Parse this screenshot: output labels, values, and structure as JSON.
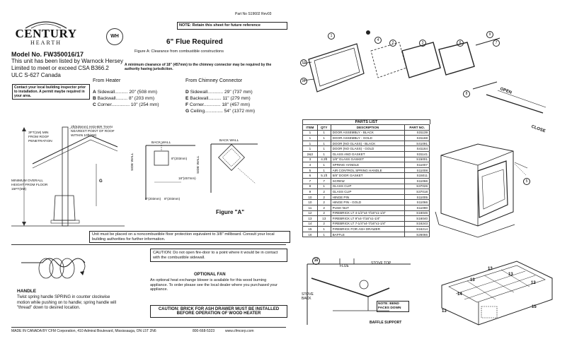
{
  "header": {
    "brand_line1": "CENTURY",
    "brand_line2": "HEARTH",
    "part_no": "Part No S19602 Rev03",
    "notice": "NOTE: Retain this sheet for future reference"
  },
  "model": {
    "title": "Model No. FW350016/17",
    "listing_lines": [
      "This unit has been listed by Warnock Hersey",
      "Limited to meet or exceed  CSA  B366.2",
      "ULC S-627 Canada"
    ]
  },
  "permit": "Contact your local building inspector prior to installation. A permit maybe required in your area.",
  "flue": {
    "title": "6\" Flue Required",
    "figure_caption": "Figure A: Clearance from combustible constructions",
    "note": "A minimum clearance of 18\" (457mm) to the chimney connector may be required by the authority having jurisdiction."
  },
  "clearances": {
    "from_heater_title": "From Heater",
    "from_connector_title": "From Chimney Connector",
    "heater": [
      {
        "letter": "A",
        "label": "Sidewall",
        "value": "20\" (508 mm)"
      },
      {
        "letter": "B",
        "label": "Backwall",
        "value": "8\" (203 mm)"
      },
      {
        "letter": "C",
        "label": "Corner",
        "value": "10\"  (254 mm)"
      }
    ],
    "connector": [
      {
        "letter": "D",
        "label": "Sidewall",
        "value": "29\" (737 mm)"
      },
      {
        "letter": "E",
        "label": "Backwall",
        "value": "11\"  (279 mm)"
      },
      {
        "letter": "F",
        "label": "Corner",
        "value": "18\" (457 mm)"
      },
      {
        "letter": "G",
        "label": "Ceiling",
        "value": "54\" (1372 mm)"
      }
    ]
  },
  "chimney_diagram": {
    "higher": "2ft(635mm) HIGHER THAN NEAREST POINT OF ROOF WITHIN 10ft(3M)",
    "min_roof": "3FT(1M) MIN FROM ROOF PENETRATION",
    "min_height": "MINIMUM OVERALL HEIGHT FROM FLOOR 15FT(5M)",
    "g_label": "G"
  },
  "plan_diagram": {
    "back_wall": "BACK WALL",
    "side_wall": "SIDE WALL",
    "dim_8_203": "8\"(203mm)",
    "dim_18_457": "18\"(457mm)",
    "dim_8a": "8\"(203mm)",
    "dim_8b": "8\"(203mm)",
    "figure_title": "Figure \"A\""
  },
  "floor_note": "Unit must be placed on a noncombustible floor protection equivalent to 3/8\" millboard. Consult your local building authorities for further information.",
  "handle": {
    "title": "HANDLE",
    "text": "Twist spring handle SPRING in counter clockwise motion while pushing on to handle; spring handle will \"thread\" down to desired location."
  },
  "caution_door": "CAUTION: Do not open fire-door to a point where it  would be in contact with the combustible sidewall.",
  "optional_fan": {
    "title": "OPTIONAL FAN",
    "text": "An optional heat exchange blower is available for this wood burning appliance. To order please  see the local dealer where you purchased your appliance."
  },
  "caution_brick": "CAUTION: BRICK FOR ASH DRAWER MUST BE INSTALLED BEFORE OPERATION OF WOOD HEATER",
  "footer": {
    "made_in": "MADE IN CANADA BY CFM Corporation, 410 Admiral Boulevard, Mississauga, ON L5T 2N6",
    "phone": "800-668-5323",
    "web": "www.cfmcorp.com"
  },
  "parts_list": {
    "title": "PARTS LIST",
    "columns": [
      "ITEM",
      "QTY",
      "DESCRIPTION",
      "PART NO."
    ],
    "rows": [
      [
        "1",
        "1",
        "DOOR ASSEMBLY - BLACK",
        "S31139"
      ],
      [
        "1",
        "1",
        "DOOR ASSEMBLY - GOLD",
        "S31168"
      ],
      [
        "1",
        "1",
        "DOOR (NO GLASS) - BLACK",
        "S41091"
      ],
      [
        "1",
        "1",
        "DOOR (NO GLASS) - GOLD",
        "S41164"
      ],
      [
        "2&3",
        "1",
        "GLASS AND GASKET",
        "S31141"
      ],
      [
        "3",
        "4.3ft",
        "1/8\" GLASS GASKET",
        "S15001"
      ],
      [
        "4",
        "1",
        "SPRING HANDLE",
        "S11007"
      ],
      [
        "5",
        "1",
        "AIR CONTROL SPRING HANDLE",
        "S11008"
      ],
      [
        "6",
        "5.1ft",
        "5/8\" DOOR GASKET",
        "S15011"
      ],
      [
        "7",
        "7",
        "SCREW",
        "S11066"
      ],
      [
        "8",
        "1",
        "GLASS CLIP",
        "S37026"
      ],
      [
        "9",
        "2",
        "GLASS CLIP",
        "S37018"
      ],
      [
        "10",
        "2",
        "HINGE PIN",
        "S11005"
      ],
      [
        "10",
        "2",
        "HINGE PIN - GOLD",
        "S11066"
      ],
      [
        "11",
        "2",
        "PUSH NUT",
        "S11090"
      ],
      [
        "12",
        "2",
        "FIREBRICK LT 4-1/2\"x4-7/16\"x1-1/4\"",
        "S16046"
      ],
      [
        "13",
        "13",
        "FIREBRICK LT 9\"x4-7/16\"x1-1/4\"",
        "S16040"
      ],
      [
        "14",
        "2",
        "FIREBRICK LT 7-1/4\"x4-7/16\"x1-1/4\"",
        "S16243"
      ],
      [
        "15",
        "1",
        "FIREBRICK FOR ASH DRAWER",
        "S16214"
      ],
      [
        "16",
        "1",
        "BAFFLE",
        "S26066"
      ]
    ]
  },
  "open_close": {
    "open": "OPEN",
    "close": "CLOSE"
  },
  "baffle": {
    "item": "16",
    "flue": "FLUE",
    "stove_top": "STOVE TOP",
    "stove_back": "STOVE BACK",
    "note": "NOTE: BEND FACES DOWN",
    "support": "BAFFLE SUPPORT"
  },
  "callouts": [
    "1",
    "2",
    "3",
    "4",
    "6",
    "7",
    "8",
    "9",
    "10",
    "11",
    "5",
    "12",
    "13",
    "14",
    "15"
  ]
}
